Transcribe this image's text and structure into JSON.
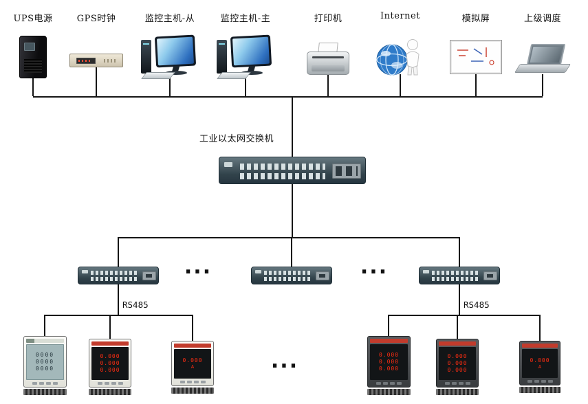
{
  "colors": {
    "line": "#151515",
    "meter_led_red": "#ff2d12",
    "switch_body": "#32434b",
    "screen_blue": "#2e6fbf"
  },
  "top_devices": [
    {
      "label": "UPS电源"
    },
    {
      "label": "GPS时钟"
    },
    {
      "label": "监控主机-从"
    },
    {
      "label": "监控主机-主"
    },
    {
      "label": "打印机"
    },
    {
      "label": "Internet"
    },
    {
      "label": "模拟屏"
    },
    {
      "label": "上级调度"
    }
  ],
  "labels": {
    "main_switch": "工业以太网交换机",
    "rs485_left": "RS485",
    "rs485_right": "RS485",
    "ellipsis": "..."
  },
  "meters": {
    "left": [
      {
        "rows": [
          "0000",
          "0000",
          "0000"
        ],
        "unit": ""
      },
      {
        "rows": [
          "0.000",
          "0.000",
          "0.000"
        ],
        "unit": ""
      },
      {
        "rows": [
          "0.000"
        ],
        "unit": "A"
      }
    ],
    "right": [
      {
        "rows": [
          "0.000",
          "0.000",
          "0.000"
        ],
        "unit": ""
      },
      {
        "rows": [
          "0.000",
          "0.000",
          "0.000"
        ],
        "unit": ""
      },
      {
        "rows": [
          "0.000"
        ],
        "unit": "A"
      }
    ]
  }
}
